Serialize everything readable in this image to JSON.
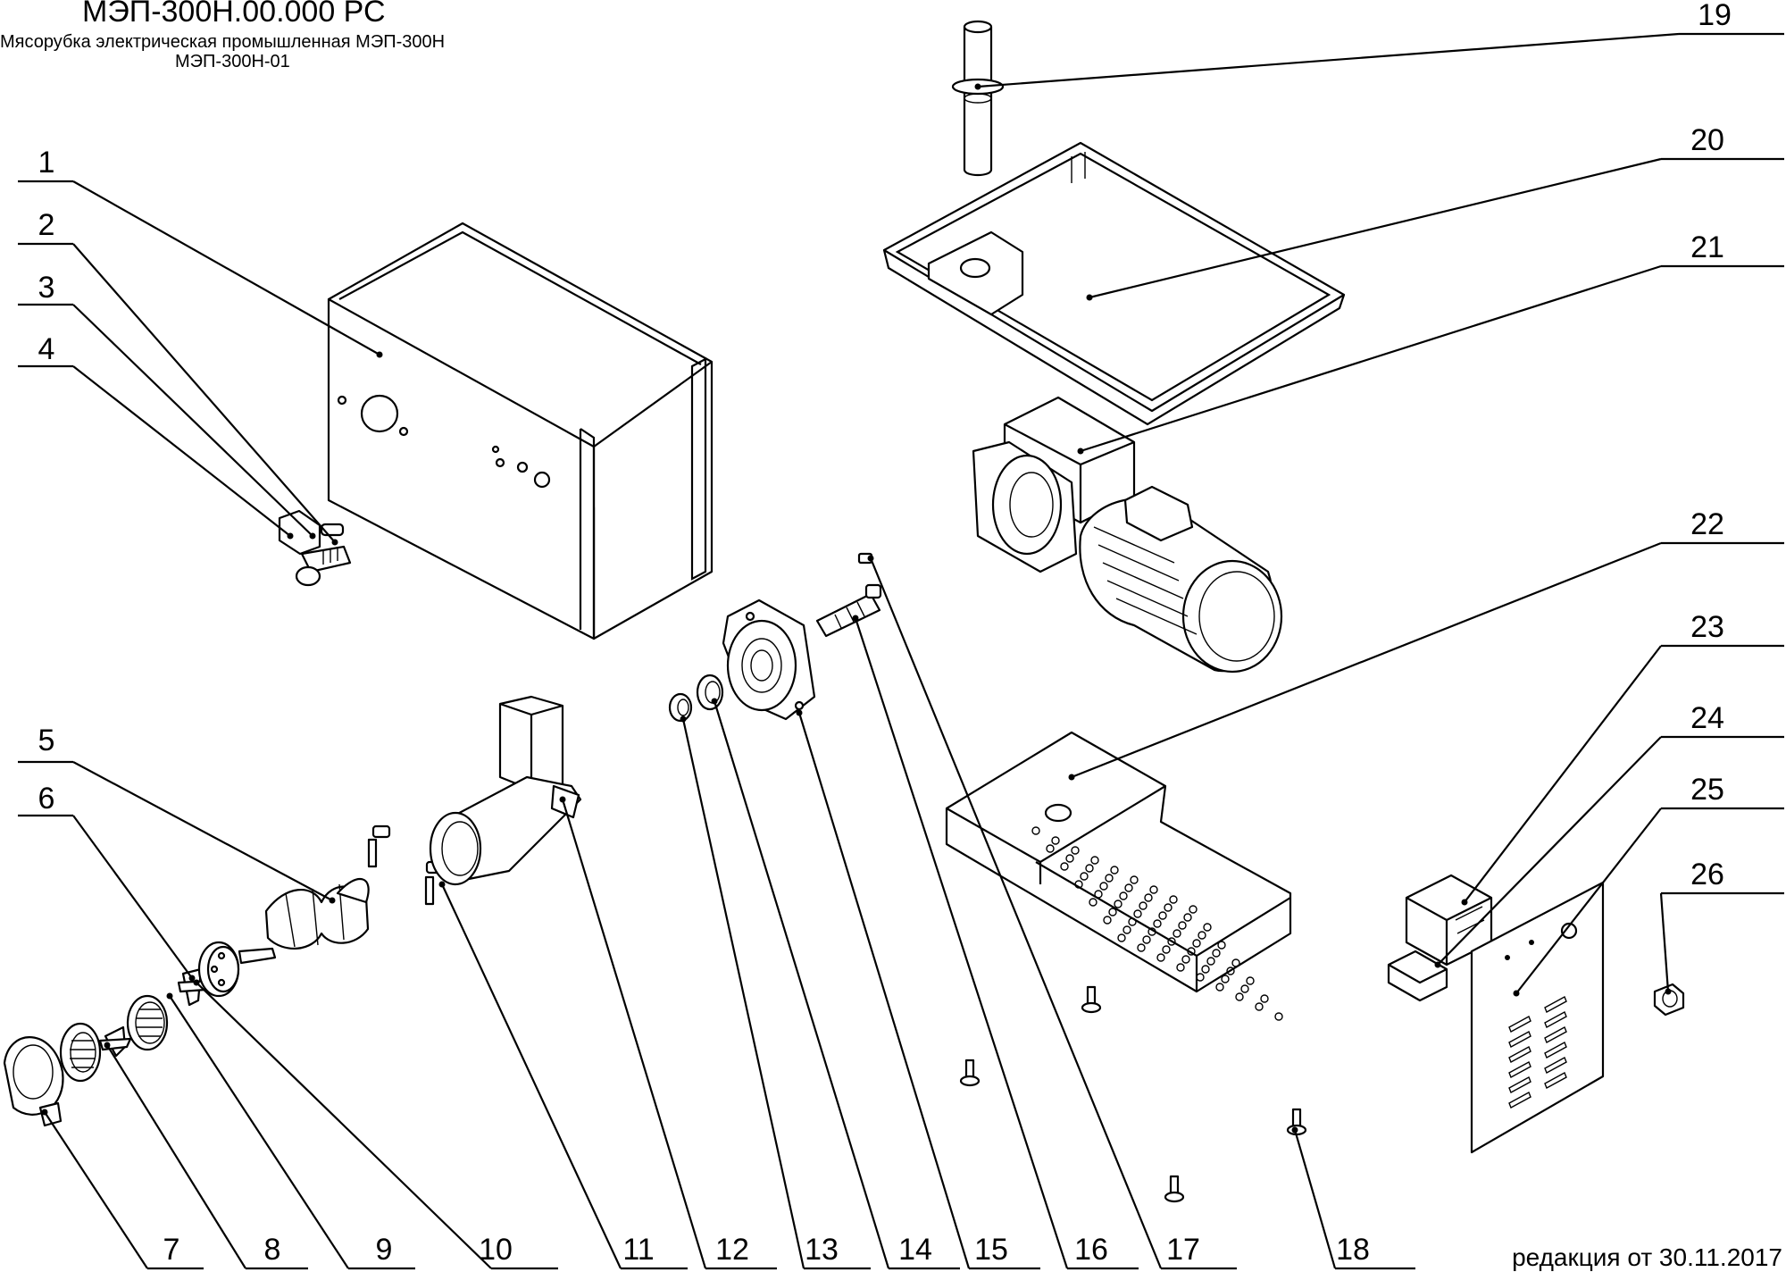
{
  "header": {
    "doc_code": "МЭП-300Н.00.000 РС",
    "title": "Мясорубка электрическая промышленная  МЭП-300Н",
    "variant": "МЭП-300Н-01"
  },
  "footer": {
    "revision": "редакция от 30.11.2017"
  },
  "callouts": [
    {
      "number": "1"
    },
    {
      "number": "2"
    },
    {
      "number": "3"
    },
    {
      "number": "4"
    },
    {
      "number": "5"
    },
    {
      "number": "6"
    },
    {
      "number": "7"
    },
    {
      "number": "8"
    },
    {
      "number": "9"
    },
    {
      "number": "10"
    },
    {
      "number": "11"
    },
    {
      "number": "12"
    },
    {
      "number": "13"
    },
    {
      "number": "14"
    },
    {
      "number": "15"
    },
    {
      "number": "16"
    },
    {
      "number": "17"
    },
    {
      "number": "18"
    },
    {
      "number": "19"
    },
    {
      "number": "20"
    },
    {
      "number": "21"
    },
    {
      "number": "22"
    },
    {
      "number": "23"
    },
    {
      "number": "24"
    },
    {
      "number": "25"
    },
    {
      "number": "26"
    }
  ]
}
